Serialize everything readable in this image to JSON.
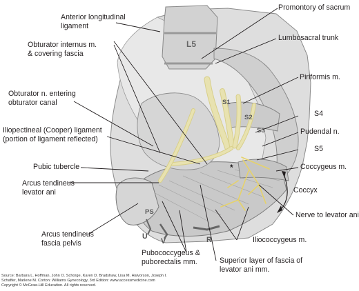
{
  "figure": {
    "labels": {
      "anterior_longitudinal_ligament": [
        "Anterior longitudinal",
        "ligament"
      ],
      "promontory_of_sacrum": "Promontory of sacrum",
      "lumbosacral_trunk": "Lumbosacral trunk",
      "obturator_internus": [
        "Obturator internus m.",
        "& covering fascia"
      ],
      "piriformis": "Piriformis m.",
      "obturator_nerve": [
        "Obturator n. entering",
        "obturator canal"
      ],
      "s4": "S4",
      "pudendal_nerve": "Pudendal n.",
      "iliopectineal_ligament": [
        "Iliopectineal (Cooper) ligament",
        "(portion of ligament reflected)"
      ],
      "s5": "S5",
      "pubic_tubercle": "Pubic tubercle",
      "coccygeus": "Coccygeus m.",
      "coccyx": "Coccyx",
      "arcus_tendineus_levator_ani": [
        "Arcus tendineus",
        "levator ani"
      ],
      "nerve_to_levator_ani": "Nerve to levator ani m.",
      "arcus_tendineus_fascia_pelvis": [
        "Arcus tendineus",
        "fascia pelvis"
      ],
      "iliococcygeus": "Iliococcygeus m.",
      "pubococcygeus": [
        "Pubococcygeus &",
        "puborectalis mm."
      ],
      "superior_fascia": [
        "Superior layer of fascia of",
        "levator ani mm."
      ]
    },
    "structure_marks": {
      "l5": "L5",
      "s1": "S1",
      "s2": "S2",
      "s3": "S3",
      "ps": "PS",
      "u": "U",
      "v": "V",
      "r": "R",
      "asterisk": "*"
    },
    "source_credit": [
      "Source: Barbara L. Hoffman, John O. Schorge, Karen D. Bradshaw, Lisa M. Halvorson, Joseph I.",
      "Schaffer, Marlene M. Corton: Williams Gynecology, 3rd Edition: www.accessmedicine.com",
      "Copyright © McGraw-Hill Education. All rights reserved."
    ]
  },
  "colors": {
    "bone": "#dcdcdc",
    "muscle": "#cfcfcf",
    "nerve": "#e8e2b0",
    "line": "#231f20"
  }
}
